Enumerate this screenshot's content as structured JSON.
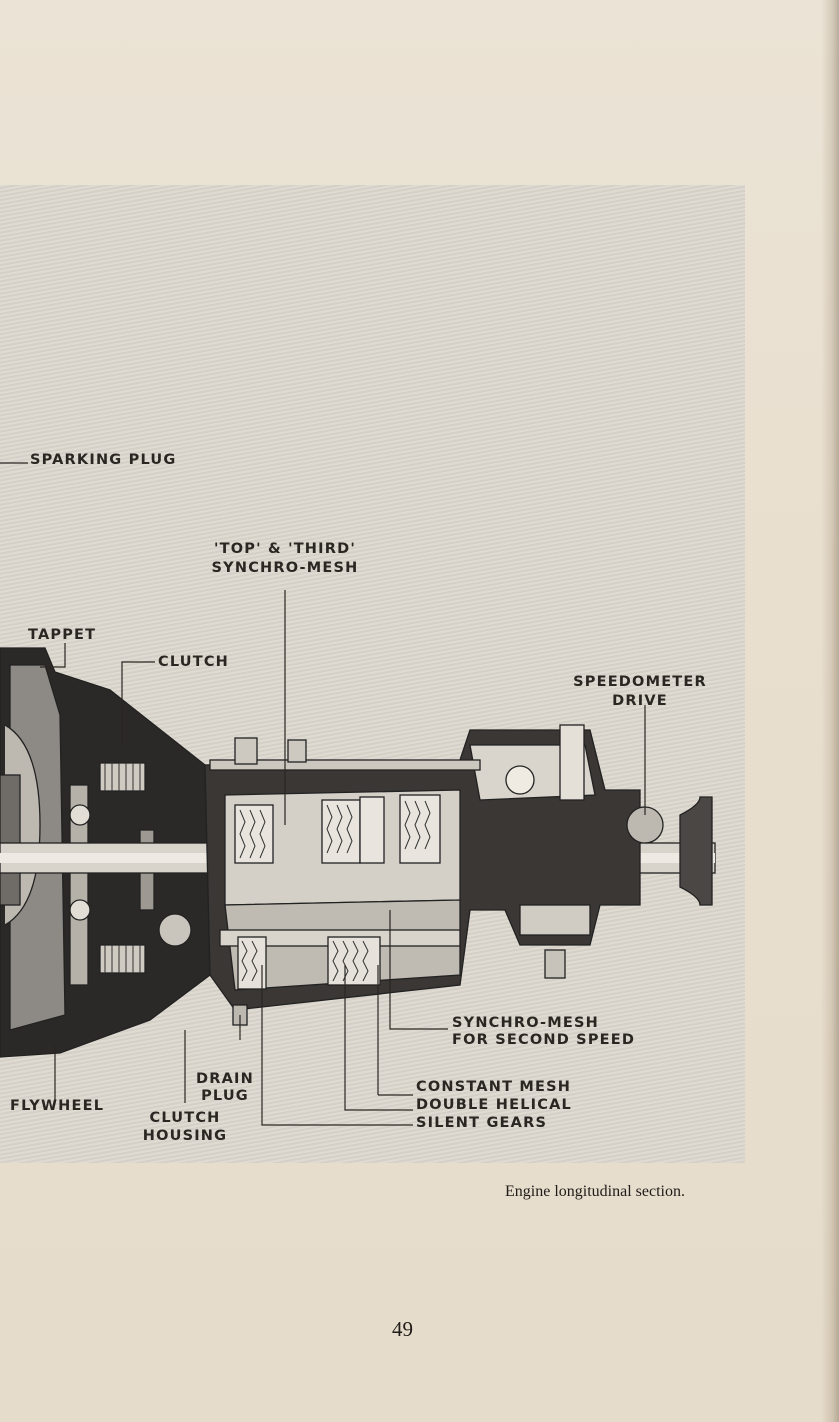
{
  "labels": {
    "sparking_plug": "SPARKING PLUG",
    "top_third_1": "'TOP' & 'THIRD'",
    "top_third_2": "SYNCHRO-MESH",
    "tappet": "TAPPET",
    "clutch": "CLUTCH",
    "speedo_1": "SPEEDOMETER",
    "speedo_2": "DRIVE",
    "synchro_second_1": "SYNCHRO-MESH",
    "synchro_second_2": "FOR SECOND SPEED",
    "drain_1": "DRAIN",
    "drain_2": "PLUG",
    "flywheel": "FLYWHEEL",
    "housing_1": "CLUTCH",
    "housing_2": "HOUSING",
    "constant_1": "CONSTANT MESH",
    "constant_2": "DOUBLE HELICAL",
    "constant_3": "SILENT GEARS"
  },
  "caption": "Engine longitudinal section.",
  "page_number": "49"
}
